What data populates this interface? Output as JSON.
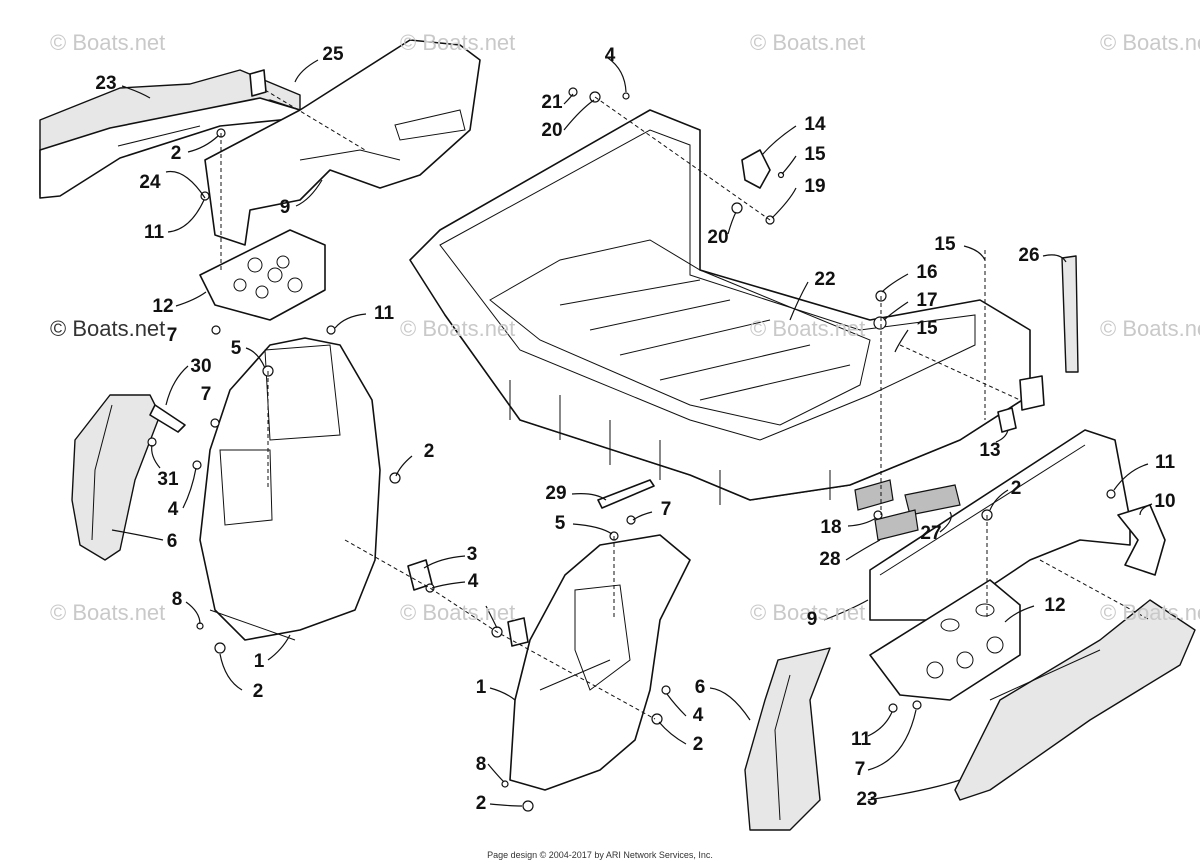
{
  "watermarks": {
    "text": "© Boats.net",
    "tiles": 11,
    "overlay": "© Boats.net"
  },
  "footer": "Page design © 2004-2017 by ARI Network Services, Inc.",
  "callouts": [
    {
      "id": "c-23a",
      "label": "23"
    },
    {
      "id": "c-25",
      "label": "25"
    },
    {
      "id": "c-2a",
      "label": "2"
    },
    {
      "id": "c-24",
      "label": "24"
    },
    {
      "id": "c-9a",
      "label": "9"
    },
    {
      "id": "c-11a",
      "label": "11"
    },
    {
      "id": "c-12a",
      "label": "12"
    },
    {
      "id": "c-7a",
      "label": "7"
    },
    {
      "id": "c-11b",
      "label": "11"
    },
    {
      "id": "c-5a",
      "label": "5"
    },
    {
      "id": "c-30",
      "label": "30"
    },
    {
      "id": "c-7b",
      "label": "7"
    },
    {
      "id": "c-31",
      "label": "31"
    },
    {
      "id": "c-4a",
      "label": "4"
    },
    {
      "id": "c-6a",
      "label": "6"
    },
    {
      "id": "c-2b",
      "label": "2"
    },
    {
      "id": "c-8a",
      "label": "8"
    },
    {
      "id": "c-1a",
      "label": "1"
    },
    {
      "id": "c-2c",
      "label": "2"
    },
    {
      "id": "c-3",
      "label": "3"
    },
    {
      "id": "c-4b",
      "label": "4"
    },
    {
      "id": "c-4c",
      "label": "4"
    },
    {
      "id": "c-21",
      "label": "21"
    },
    {
      "id": "c-20a",
      "label": "20"
    },
    {
      "id": "c-14",
      "label": "14"
    },
    {
      "id": "c-15a",
      "label": "15"
    },
    {
      "id": "c-19",
      "label": "19"
    },
    {
      "id": "c-20b",
      "label": "20"
    },
    {
      "id": "c-22",
      "label": "22"
    },
    {
      "id": "c-15b",
      "label": "15"
    },
    {
      "id": "c-16",
      "label": "16"
    },
    {
      "id": "c-17",
      "label": "17"
    },
    {
      "id": "c-15c",
      "label": "15"
    },
    {
      "id": "c-26",
      "label": "26"
    },
    {
      "id": "c-13",
      "label": "13"
    },
    {
      "id": "c-29",
      "label": "29"
    },
    {
      "id": "c-7c",
      "label": "7"
    },
    {
      "id": "c-5b",
      "label": "5"
    },
    {
      "id": "c-18",
      "label": "18"
    },
    {
      "id": "c-28",
      "label": "28"
    },
    {
      "id": "c-27",
      "label": "27"
    },
    {
      "id": "c-2d",
      "label": "2"
    },
    {
      "id": "c-11c",
      "label": "11"
    },
    {
      "id": "c-10",
      "label": "10"
    },
    {
      "id": "c-9b",
      "label": "9"
    },
    {
      "id": "c-12b",
      "label": "12"
    },
    {
      "id": "c-1b",
      "label": "1"
    },
    {
      "id": "c-6b",
      "label": "6"
    },
    {
      "id": "c-4d",
      "label": "4"
    },
    {
      "id": "c-2e",
      "label": "2"
    },
    {
      "id": "c-8b",
      "label": "8"
    },
    {
      "id": "c-2f",
      "label": "2"
    },
    {
      "id": "c-11d",
      "label": "11"
    },
    {
      "id": "c-7d",
      "label": "7"
    },
    {
      "id": "c-23b",
      "label": "23"
    }
  ]
}
